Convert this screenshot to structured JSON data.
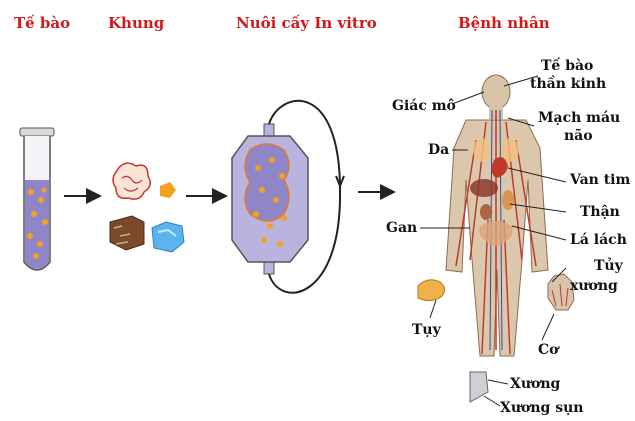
{
  "stages": {
    "cells": "Tế bào",
    "scaffold": "Khung",
    "culture": "Nuôi cấy In vitro",
    "patient": "Bệnh nhân"
  },
  "organs": {
    "nerve_cells_1": "Tế bào",
    "nerve_cells_2": "thần kinh",
    "cornea": "Giác mô",
    "brain_vessels_1": "Mạch máu",
    "brain_vessels_2": "não",
    "skin": "Da",
    "heart_valve": "Van tim",
    "liver": "Gan",
    "kidney": "Thận",
    "spleen": "Lá lách",
    "marrow_1": "Tủy",
    "marrow_2": "xương",
    "pancreas": "Tụy",
    "muscle": "Cơ",
    "bone": "Xương",
    "cartilage": "Xương sụn"
  },
  "colors": {
    "title": "#d11a1a",
    "medium": "#8f86c9",
    "cells": "#f2a21c",
    "bioreactor": "#b9b3e0"
  }
}
